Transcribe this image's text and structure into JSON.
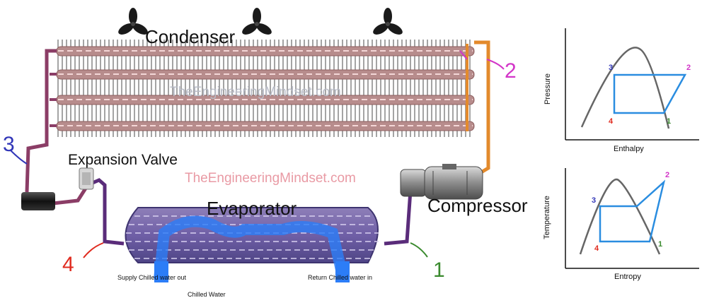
{
  "labels": {
    "condenser": "Condenser",
    "expansion_valve": "Expansion Valve",
    "evaporator": "Evaporator",
    "compressor": "Compressor",
    "watermark": "TheEngineeringMindset.com",
    "watermark_faint": "TheEngineeringMindset.com",
    "supply": "Supply Chilled water out",
    "return": "Return Chilled water in",
    "chilled_water": "Chilled Water"
  },
  "points": {
    "p1": "1",
    "p2": "2",
    "p3": "3",
    "p4": "4"
  },
  "ph_chart": {
    "ylabel": "Pressure",
    "xlabel": "Enthalpy",
    "p1": "1",
    "p2": "2",
    "p3": "3",
    "p4": "4"
  },
  "ts_chart": {
    "ylabel": "Temperature",
    "xlabel": "Entropy",
    "p1": "1",
    "p2": "2",
    "p3": "3",
    "p4": "4"
  },
  "colors": {
    "point1": "#3a8a2e",
    "point2": "#d335c8",
    "point3": "#3136b8",
    "point4": "#e02b1f",
    "cycle": "#2a8de0",
    "dome": "#666666",
    "refrigerant_hot": "#e38a2c",
    "coil": "#c98a8a"
  }
}
